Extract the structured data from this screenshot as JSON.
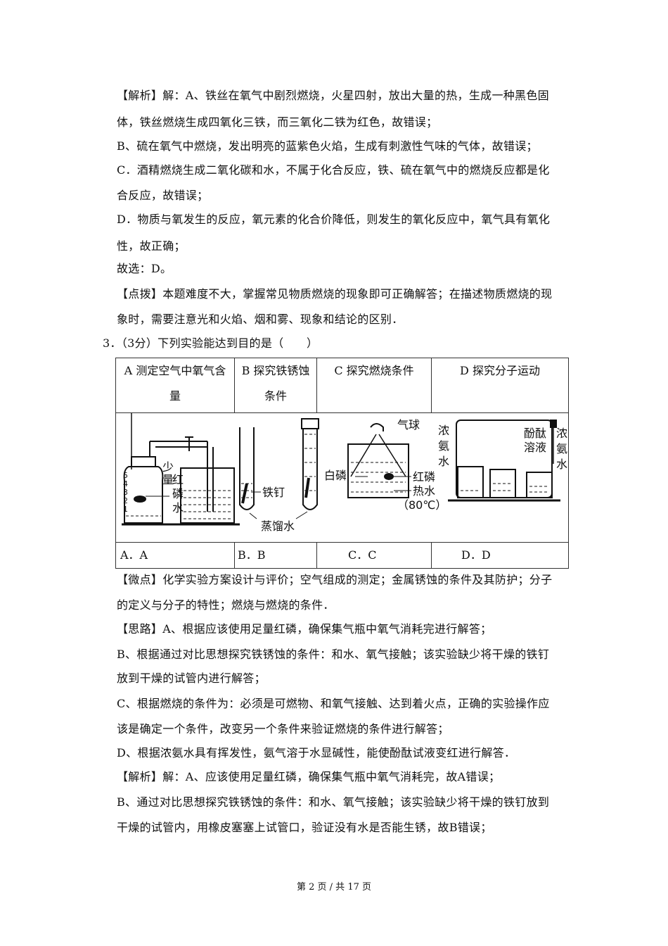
{
  "lines": [
    "【解析】解：A、铁丝在氧气中剧烈燃烧，火星四射，放出大量的热，生成一种黑色固",
    "体，铁丝燃烧生成四氧化三铁，而三氧化二铁为红色，故错误；",
    "B、硫在氧气中燃烧，发出明亮的蓝紫色火焰，生成有刺激性气味的气体，故错误；",
    "C．酒精燃烧生成二氧化碳和水，不属于化合反应，铁、硫在氧气中的燃烧反应都是化",
    "合反应，故错误；",
    "D．物质与氧发生的反应，氧元素的化合价降低，则发生的氧化反应中，氧气具有氧化",
    "性，故正确；",
    "故选：D。",
    "【点拨】本题难度不大，掌握常见物质燃烧的现象即可正确解答；在描述物质燃烧的现",
    "象时，需要注意光和火焰、烟和雾、现象和结论的区别．"
  ],
  "question": "3．（3分）下列实验能达到目的是（　　）",
  "table": {
    "headers": [
      [
        "A 测定空气中氧气含",
        "量"
      ],
      [
        "B 探究铁锈蚀",
        "条件"
      ],
      [
        "C 探究燃烧条件"
      ],
      [
        "D 探究分子运动"
      ]
    ],
    "options": [
      "A．A",
      "B．B",
      "C．C",
      "D．D"
    ]
  },
  "figure_labels": {
    "a_less": "少",
    "a_amount": "量",
    "a_red": "红",
    "a_phos": "磷",
    "a_water": "水",
    "a_scale": [
      "5",
      "4",
      "3",
      "2",
      "1"
    ],
    "b_nail": "铁钉",
    "b_distilled": "蒸馏水",
    "c_balloon": "气球",
    "c_white": "白磷",
    "c_red1": "红磷",
    "c_hot": "热水",
    "c_temp": "（80℃）",
    "d_conc": [
      "浓",
      "氨",
      "水"
    ],
    "d_phen": [
      "酚酞",
      "溶液"
    ],
    "d_conc2": [
      "浓",
      "氨",
      "水"
    ]
  },
  "lines2": [
    "【微点】化学实验方案设计与评价；空气组成的测定；金属锈蚀的条件及其防护；分子",
    "的定义与分子的特性；燃烧与燃烧的条件．",
    "【思路】A、根据应该使用足量红磷，确保集气瓶中氧气消耗完进行解答；",
    "B、根据通过对比思想探究铁锈蚀的条件：和水、氧气接触；该实验缺少将干燥的铁钉",
    "放到干燥的试管内进行解答；",
    "C、根据燃烧的条件为：必须是可燃物、和氧气接触、达到着火点，正确的实验操作应",
    "该是确定一个条件，改变另一个条件来验证燃烧的条件进行解答；",
    "D、根据浓氨水具有挥发性，氨气溶于水显碱性，能使酚酞试液变红进行解答．",
    "【解析】解：A、应该使用足量红磷，确保集气瓶中氧气消耗完，故A错误；",
    "B、通过对比思想探究铁锈蚀的条件：和水、氧气接触；该实验缺少将干燥的铁钉放到",
    "干燥的试管内，用橡皮塞塞上试管口，验证没有水是否能生锈，故B错误；"
  ],
  "footer": "第 2 页 / 共 17 页"
}
